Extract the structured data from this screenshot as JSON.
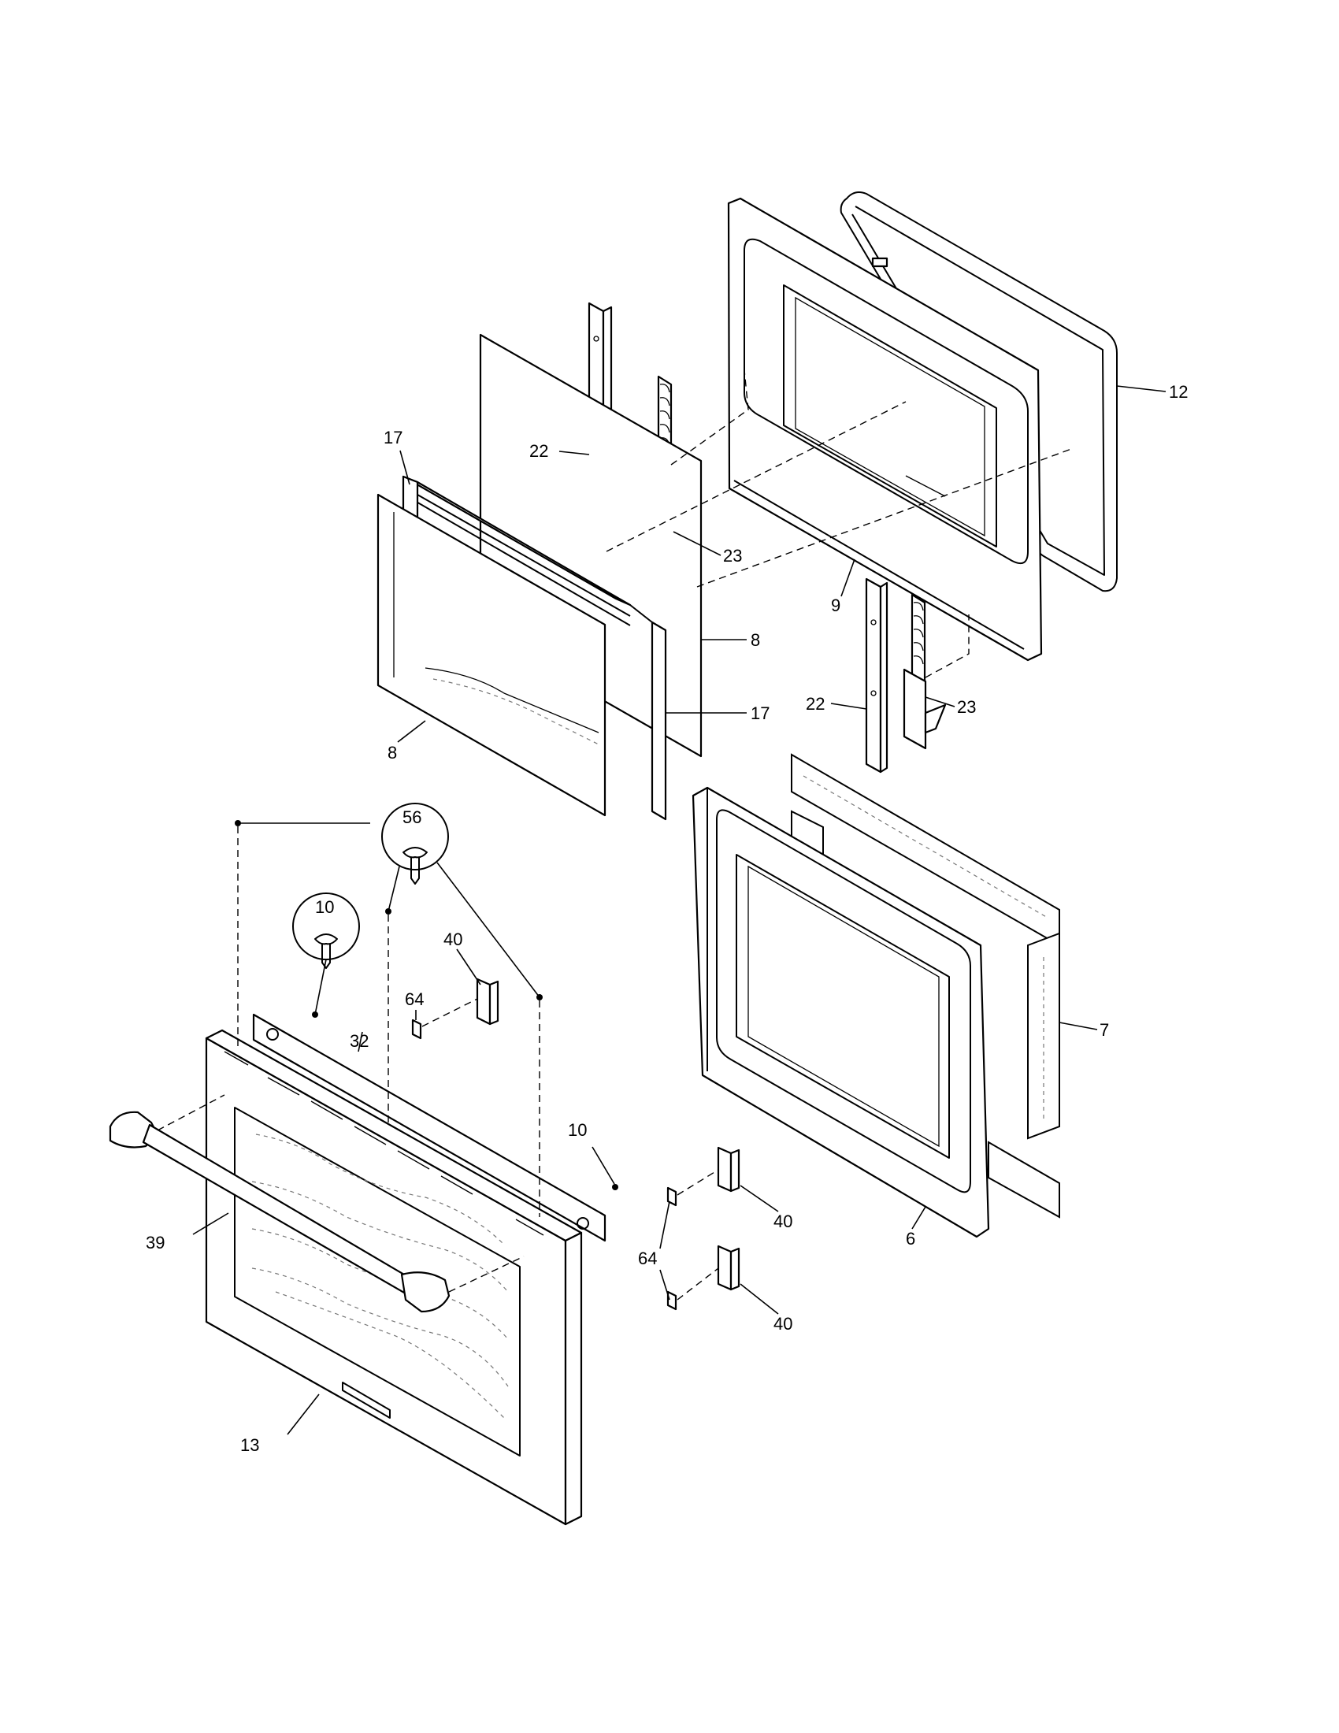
{
  "callouts": {
    "c12": "12",
    "c17a": "17",
    "c22a": "22",
    "c23a": "23",
    "c9": "9",
    "c8a": "8",
    "c17b": "17",
    "c22b": "22",
    "c23b": "23",
    "c8b": "8",
    "c56": "56",
    "c10a": "10",
    "c40a": "40",
    "c64a": "64",
    "c32": "32",
    "c7": "7",
    "c10b": "10",
    "c40b": "40",
    "c39": "39",
    "c6": "6",
    "c64b": "64",
    "c40c": "40",
    "c13": "13"
  }
}
